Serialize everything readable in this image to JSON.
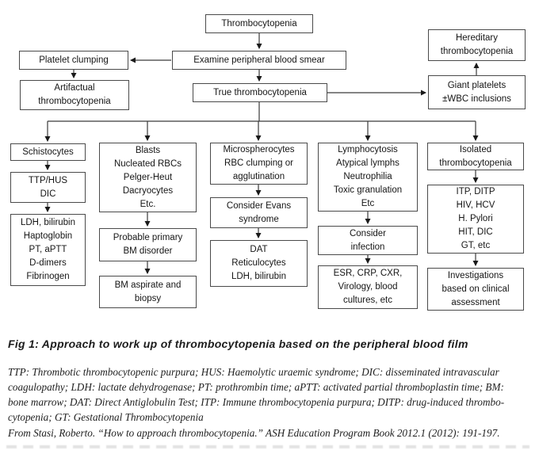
{
  "figure": {
    "title": "Fig 1: Approach to work up of thrombocytopenia based on the peripheral blood film",
    "abbreviations": "TTP: Thrombotic thrombocytopenic purpura; HUS: Haemolytic uraemic syndrome; DIC: disseminated intravascular\ncoagulopathy; LDH: lactate dehydrogenase; PT: prothrombin time; aPTT: activated partial thromboplastin time; BM:\nbone marrow; DAT: Direct Antiglobulin Test; ITP: Immune thrombocytopenia purpura; DITP: drug-induced thrombo-\ncytopenia; GT: Gestational Thrombocytopenia",
    "citation": "From Stasi, Roberto. “How to approach thrombocytopenia.” ASH Education Program Book 2012.1 (2012): 191-197."
  },
  "flowchart": {
    "type": "flowchart",
    "nodes": {
      "thrombocytopenia": {
        "text": "Thrombocytopenia"
      },
      "examine_smear": {
        "text": "Examine peripheral blood smear"
      },
      "platelet_clumping": {
        "text": "Platelet clumping"
      },
      "artifactual": {
        "text": "Artifactual\nthrombocytopenia"
      },
      "true_thrombocytopenia": {
        "text": "True thrombocytopenia"
      },
      "hereditary": {
        "text": "Hereditary\nthrombocytopenia"
      },
      "giant_platelets": {
        "text": "Giant platelets\n±WBC inclusions"
      },
      "schistocytes": {
        "text": "Schistocytes"
      },
      "ttp_hus_dic": {
        "text": "TTP/HUS\nDIC"
      },
      "ldh_panel": {
        "text": "LDH, bilirubin\nHaptoglobin\nPT, aPTT\nD-dimers\nFibrinogen"
      },
      "blasts": {
        "text": "Blasts\nNucleated RBCs\nPelger-Heut\nDacryocytes\nEtc."
      },
      "probable_bm": {
        "text": "Probable primary\nBM disorder"
      },
      "bm_aspirate": {
        "text": "BM aspirate and\nbiopsy"
      },
      "microspherocytes": {
        "text": "Microspherocytes\nRBC clumping or\nagglutination"
      },
      "evans": {
        "text": "Consider Evans\nsyndrome"
      },
      "dat_panel": {
        "text": "DAT\nReticulocytes\nLDH, bilirubin"
      },
      "lymphocytosis": {
        "text": "Lymphocytosis\nAtypical lymphs\nNeutrophilia\nToxic granulation\nEtc"
      },
      "consider_infection": {
        "text": "Consider\ninfection"
      },
      "esr_panel": {
        "text": "ESR, CRP, CXR,\nVirology, blood\ncultures, etc"
      },
      "isolated": {
        "text": "Isolated\nthrombocytopenia"
      },
      "itp_panel": {
        "text": "ITP, DITP\nHIV, HCV\nH. Pylori\nHIT, DIC\nGT, etc"
      },
      "investigations": {
        "text": "Investigations\nbased on clinical\nassessment"
      }
    }
  },
  "colors": {
    "background": "#ffffff",
    "box_border": "#4a4a4a",
    "line": "#3a3a3a",
    "text": "#161616"
  }
}
